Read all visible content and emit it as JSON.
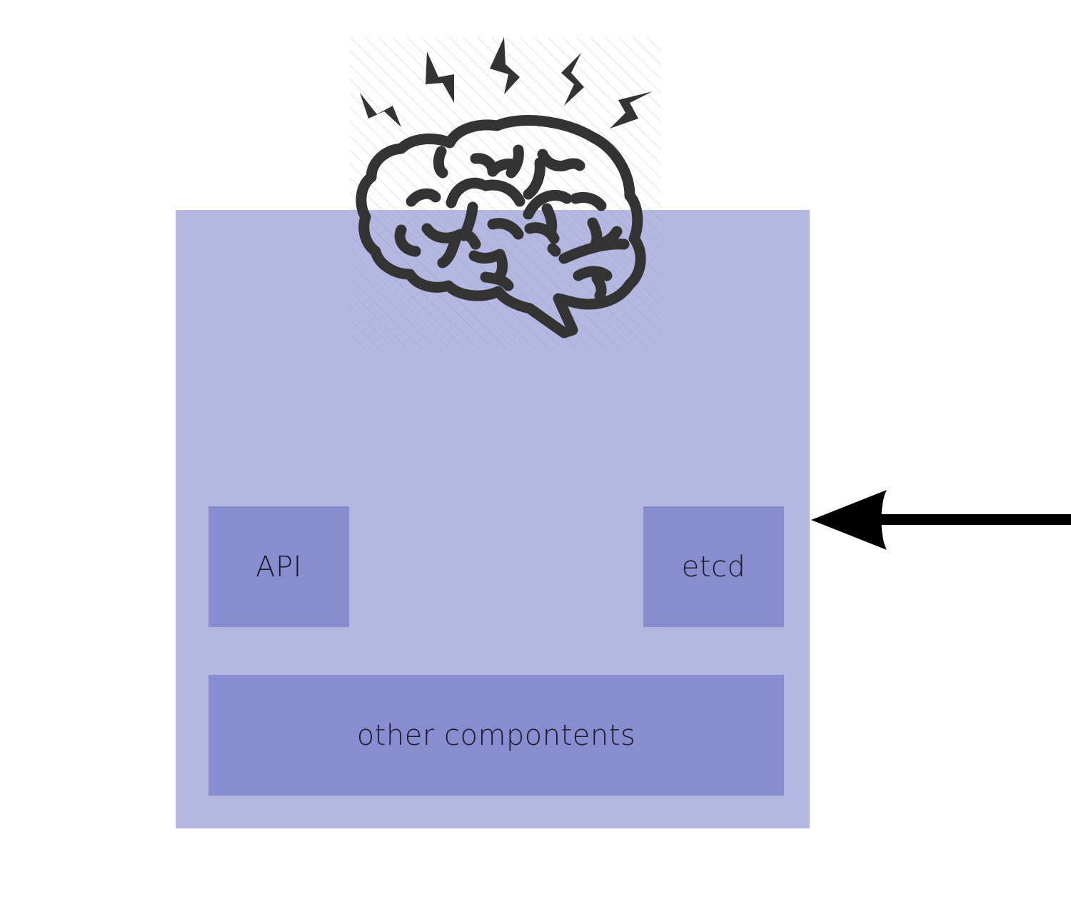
{
  "diagram": {
    "container": {
      "label": "",
      "color": "#b4b7e0"
    },
    "components": [
      {
        "id": "api",
        "label": "API",
        "color": "#888dcf"
      },
      {
        "id": "etcd",
        "label": "etcd",
        "color": "#888dcf"
      },
      {
        "id": "other",
        "label": "other compontents",
        "color": "#888dcf"
      }
    ],
    "icons": {
      "brain": "brain-with-lightning-icon",
      "arrow": "arrow-left-icon"
    },
    "arrow": {
      "from": "right-edge",
      "to": "container",
      "color": "#000000"
    },
    "icon_color": "#333333"
  }
}
